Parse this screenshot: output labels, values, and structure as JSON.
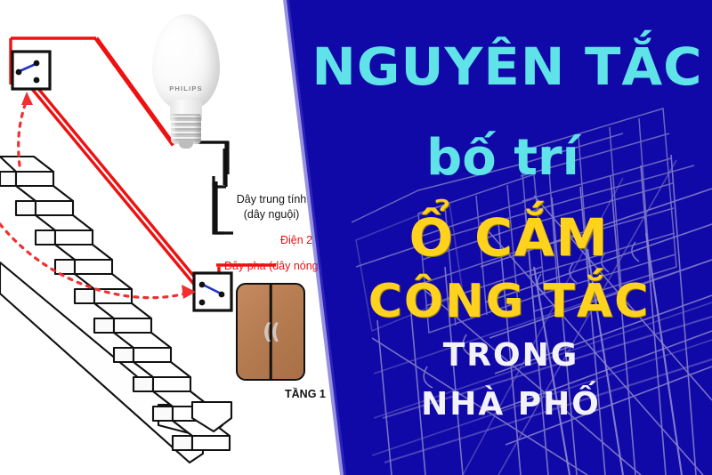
{
  "colors": {
    "panel_blue": "#1108a8",
    "title_cyan": "#5fe3e8",
    "title_yellow": "#ffd21e",
    "title_white": "#f2f2f8",
    "wire_live_red": "#ee1111",
    "wire_neutral_black": "#111111",
    "switch_plate_brown": "#b3794f",
    "blueprint_line": "#b9b9d8"
  },
  "poster": {
    "title_lines": [
      {
        "id": "line1",
        "text": "NGUYÊN TẮC",
        "color": "#5fe3e8",
        "name": "title-nguyen-tac"
      },
      {
        "id": "line2",
        "text": "bố trí",
        "color": "#5fe3e8",
        "name": "title-bo-tri"
      },
      {
        "id": "line3",
        "text": "Ổ CẮM",
        "color": "#ffd21e",
        "name": "title-o-cam"
      },
      {
        "id": "line4",
        "text": "CÔNG TẮC",
        "color": "#ffd21e",
        "name": "title-cong-tac"
      },
      {
        "id": "line5",
        "text": "TRONG",
        "color": "#f2f2f8",
        "name": "title-trong"
      },
      {
        "id": "line6",
        "text": "NHÀ PHỐ",
        "color": "#f2f2f8",
        "name": "title-nha-pho"
      }
    ],
    "full_headline": "NGUYÊN TẮC bố trí Ổ CẮM CÔNG TẮC TRONG NHÀ PHỐ"
  },
  "diagram": {
    "bulb": {
      "brand": "PHILIPS"
    },
    "labels": {
      "neutral_wire": "Dây trung tính\n(dây nguội)",
      "neutral_wire_line1": "Dây trung tính",
      "neutral_wire_line2": "(dây nguội)",
      "power_source": "Điện 2",
      "phase_wire": "Dây pha (dây nóng",
      "floor": "TẦNG 1"
    },
    "switches": [
      {
        "name": "switch-upper-stair",
        "position": "top-left"
      },
      {
        "name": "switch-lower-stair",
        "position": "bottom-center"
      }
    ],
    "stair_step_count": 11,
    "wire_colors": {
      "live": "#ee1111",
      "neutral": "#111111",
      "toggle": "#2233cc"
    }
  }
}
